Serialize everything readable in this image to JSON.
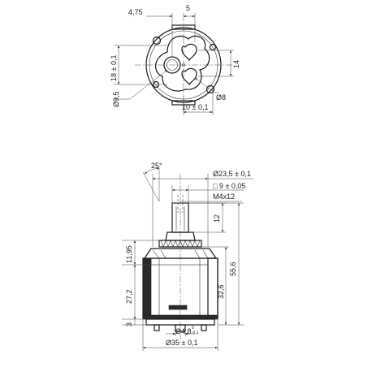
{
  "top_view": {
    "dim_4_75": "4,75",
    "dim_5": "5",
    "dim_18": "18 ± 0,1",
    "dim_14": "14",
    "dim_d9_5": "Ø9,5",
    "dim_d8": "Ø8",
    "dim_10": "10 ± 0,1"
  },
  "side_view": {
    "dim_angle": "25°",
    "dim_d23_5": "Ø23,5 ± 0,1",
    "dim_sq9": "□ 9 ± 0,05",
    "dim_thread": "M4x12",
    "dim_12": "12",
    "dim_11_95": "11,95",
    "dim_55_6": "55,6",
    "dim_32_6": "32,6",
    "dim_27_2": "27,2",
    "dim_3": "3",
    "dim_d4_8": "Ø4,8",
    "dim_d4_8_tol_upper": "0",
    "dim_d4_8_tol_lower": "-0,1",
    "dim_d35": "Ø35 ± 0,1"
  }
}
